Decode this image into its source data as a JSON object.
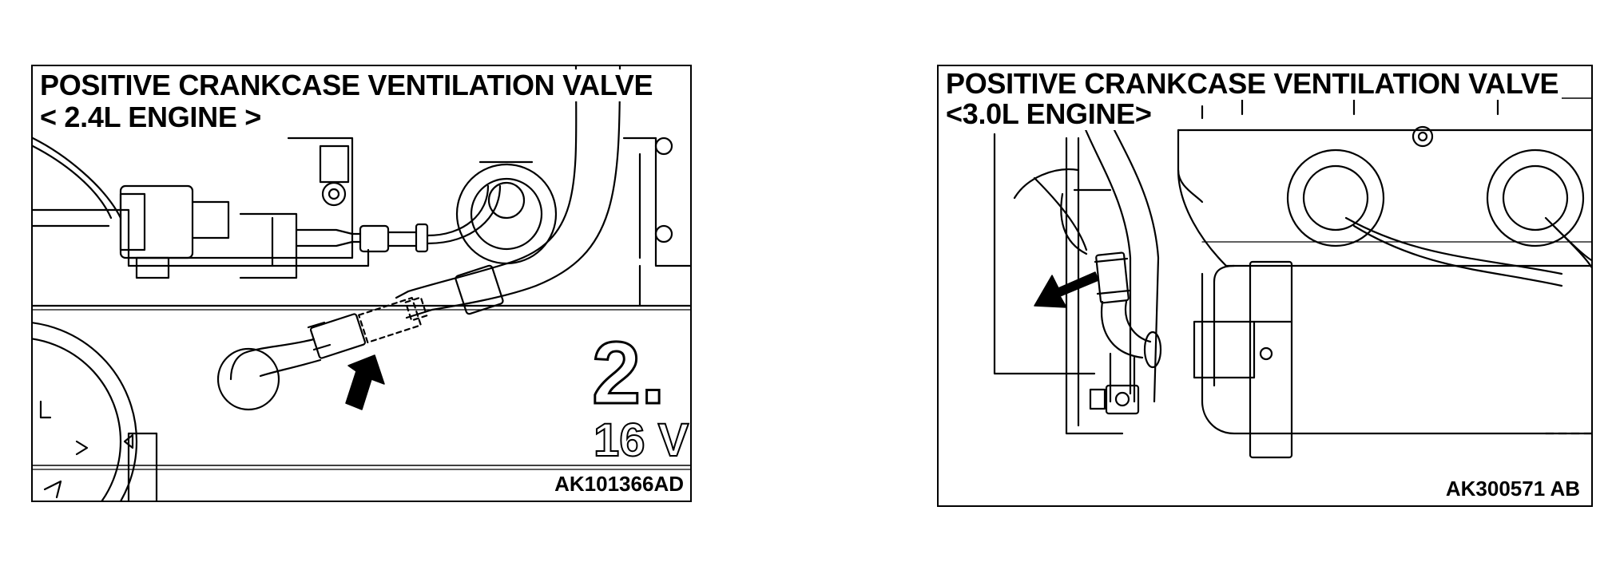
{
  "panels": [
    {
      "title": "POSITIVE CRANKCASE VENTILATION VALVE",
      "subtitle": "< 2.4L ENGINE >",
      "engine_marking": "2.",
      "engine_marking_sub": "16 V",
      "code": "AK101366AD"
    },
    {
      "title": "POSITIVE CRANKCASE VENTILATION VALVE",
      "subtitle": "<3.0L ENGINE>",
      "code": "AK300571 AB"
    }
  ],
  "colors": {
    "line": "#000000",
    "background": "#ffffff"
  }
}
